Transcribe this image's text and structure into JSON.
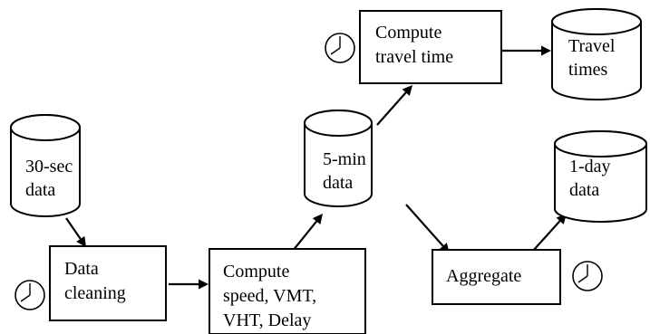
{
  "nodes": [
    {
      "id": "sec30",
      "kind": "store",
      "lines": [
        "30-sec",
        "data"
      ]
    },
    {
      "id": "clean",
      "kind": "process",
      "lines": [
        "Data",
        "cleaning"
      ],
      "scheduled": true
    },
    {
      "id": "compute_metrics",
      "kind": "process",
      "lines": [
        "Compute",
        "speed, VMT,",
        "VHT, Delay"
      ]
    },
    {
      "id": "min5",
      "kind": "store",
      "lines": [
        "5-min",
        "data"
      ]
    },
    {
      "id": "travel_compute",
      "kind": "process",
      "lines": [
        "Compute",
        "travel time"
      ],
      "scheduled": true
    },
    {
      "id": "travel_times",
      "kind": "store",
      "lines": [
        "Travel",
        "times"
      ]
    },
    {
      "id": "aggregate",
      "kind": "process",
      "lines": [
        "Aggregate"
      ],
      "scheduled": true
    },
    {
      "id": "day1",
      "kind": "store",
      "lines": [
        "1-day",
        "data"
      ]
    }
  ],
  "edges": [
    {
      "from": "sec30",
      "to": "clean"
    },
    {
      "from": "clean",
      "to": "compute_metrics"
    },
    {
      "from": "compute_metrics",
      "to": "min5"
    },
    {
      "from": "min5",
      "to": "travel_compute"
    },
    {
      "from": "travel_compute",
      "to": "travel_times"
    },
    {
      "from": "min5",
      "to": "aggregate"
    },
    {
      "from": "aggregate",
      "to": "day1"
    }
  ]
}
